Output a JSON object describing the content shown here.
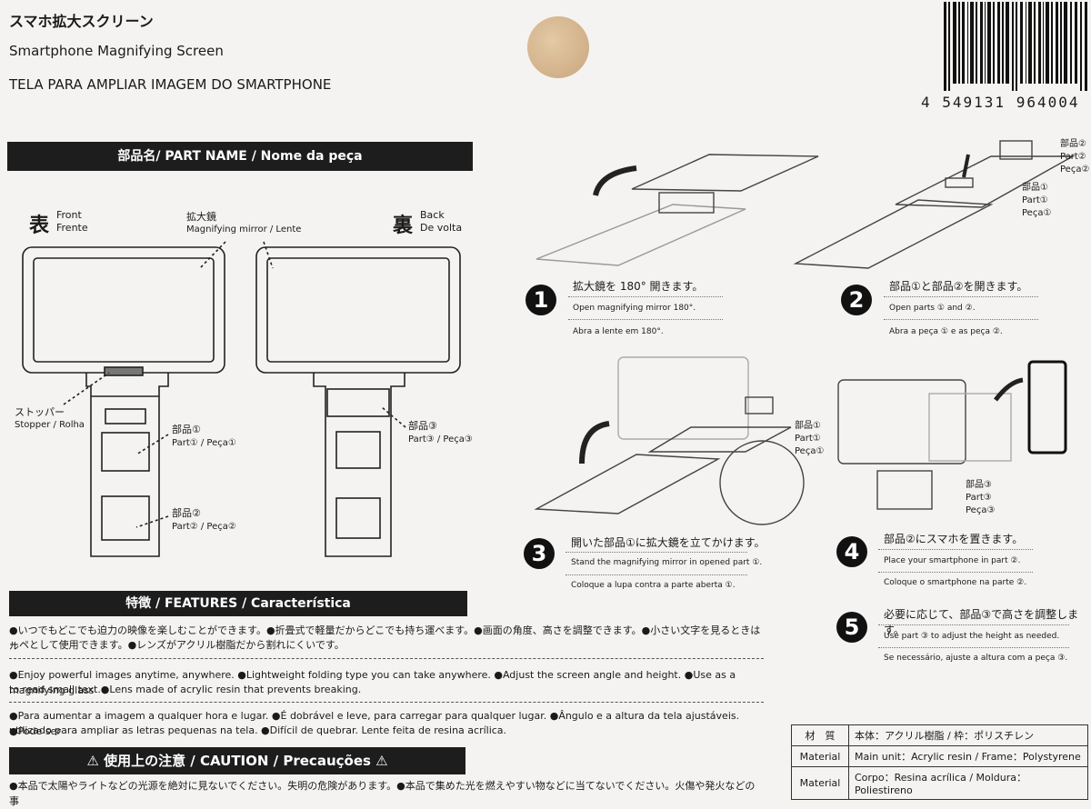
{
  "header": {
    "title_jp": "スマホ拡大スクリーン",
    "title_en": "Smartphone Magnifying Screen",
    "title_pt": "TELA PARA AMPLIAR IMAGEM DO SMARTPHONE",
    "barcode_number": "4 549131 964004"
  },
  "partname": {
    "header": "部品名/ PART NAME / Nome da peça",
    "front_kanji": "表",
    "front_en": "Front",
    "front_pt": "Frente",
    "back_kanji": "裏",
    "back_en": "Back",
    "back_pt": "De volta",
    "mirror_jp": "拡大鏡",
    "mirror_en": "Magnifying mirror /  Lente",
    "stopper_jp": "ストッパー",
    "stopper_en": "Stopper / Rolha",
    "part1_jp": "部品①",
    "part1_en": "Part① / Peça①",
    "part2_jp": "部品②",
    "part2_en": "Part② / Peça②",
    "part3_jp": "部品③",
    "part3_en": "Part③ / Peça③"
  },
  "steps": [
    {
      "num": "1",
      "jp": "拡大鏡を 180° 開きます。",
      "en": "Open magnifying mirror 180°.",
      "pt": "Abra a lente em 180°."
    },
    {
      "num": "2",
      "jp": "部品①と部品②を開きます。",
      "en": "Open parts ① and ②.",
      "pt": "Abra a peça ① e as peça ②."
    },
    {
      "num": "3",
      "jp": "開いた部品①に拡大鏡を立てかけます。",
      "en": "Stand the magnifying mirror in opened part ①.",
      "pt": "Coloque a lupa contra a parte aberta ①."
    },
    {
      "num": "4",
      "jp": "部品②にスマホを置きます。",
      "en": "Place your smartphone in part ②.",
      "pt": "Coloque o smartphone na parte ②."
    },
    {
      "num": "5",
      "jp": "必要に応じて、部品③で高さを調整します。",
      "en": "Use part ③ to adjust the height as needed.",
      "pt": "Se necessário, ajuste a altura com a peça ③."
    }
  ],
  "callouts": {
    "p1_jp": "部品①",
    "p1_en": "Part①",
    "p1_pt": "Peça①",
    "p2_jp": "部品②",
    "p2_en": "Part②",
    "p2_pt": "Peça②",
    "p3_jp": "部品③",
    "p3_en": "Part③",
    "p3_pt": "Peça③"
  },
  "features": {
    "header": "特徴 / FEATURES / Característica",
    "jp_1": "●いつでもどこでも迫力の映像を楽しむことができます。●折畳式で軽量だからどこでも持ち運べます。●画面の角度、高さを調整できます。●小さい文字を見るときはル",
    "jp_2": "ーペとして使用できます。●レンズがアクリル樹脂だから割れにくいです。",
    "en_1": "●Enjoy powerful images anytime, anywhere. ●Lightweight folding type you can take anywhere. ●Adjust the screen angle and height. ●Use as a magnifying glass",
    "en_2": "to read small text.●Lens made of acrylic resin that prevents breaking.",
    "pt_1": "●Para aumentar a imagem a qualquer hora e lugar. ●É dobrável e leve, para carregar para qualquer lugar. ●Ângulo e a altura da tela ajustáveis. ●Pode ser",
    "pt_2": "utilizado para ampliar as letras pequenas na tela. ●Difícil de quebrar. Lente feita de resina acrílica."
  },
  "caution": {
    "header": "使用上の注意 / CAUTION / Precauções",
    "line": "●本品で太陽やライトなどの光源を絶対に見ないでください。失明の危険があります。●本品で集めた光を燃えやすい物などに当てないでください。火傷や発火などの事"
  },
  "material": {
    "r1_k": "材　質",
    "r1_v": "本体：アクリル樹脂 / 枠：ポリスチレン",
    "r2_k": "Material",
    "r2_v": "Main unit：Acrylic resin / Frame：Polystyrene",
    "r3_k": "Material",
    "r3_v": "Corpo：Resina acrílica / Moldura：Poliestireno"
  }
}
